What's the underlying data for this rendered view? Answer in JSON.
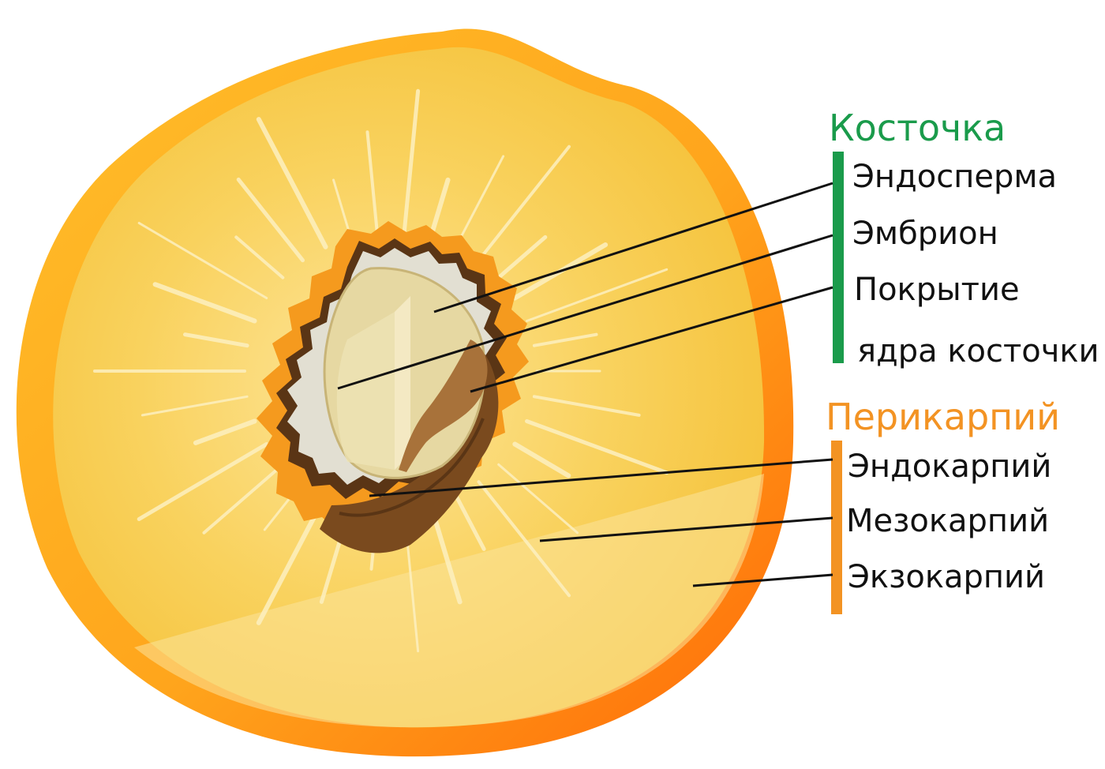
{
  "groups": {
    "stone": {
      "title": "Косточка",
      "color": "#1a9b4b",
      "items": [
        "Эндосперма",
        "Эмбрион",
        "Покрытие",
        "ядра косточки"
      ]
    },
    "pericarp": {
      "title": "Перикарпий",
      "color": "#f39323",
      "items": [
        "Эндокарпий",
        "Мезокарпий",
        "Экзокарпий"
      ]
    }
  },
  "colors": {
    "skin_outer": "#ffb320",
    "skin_red": "#ff6f0a",
    "flesh": "#f7c948",
    "flesh_light": "#fde79b",
    "pit_shell": "#e0ddd0",
    "kernel": "#e8dba6",
    "embryo": "#a8723a",
    "pit_dark": "#7a4a1e"
  }
}
